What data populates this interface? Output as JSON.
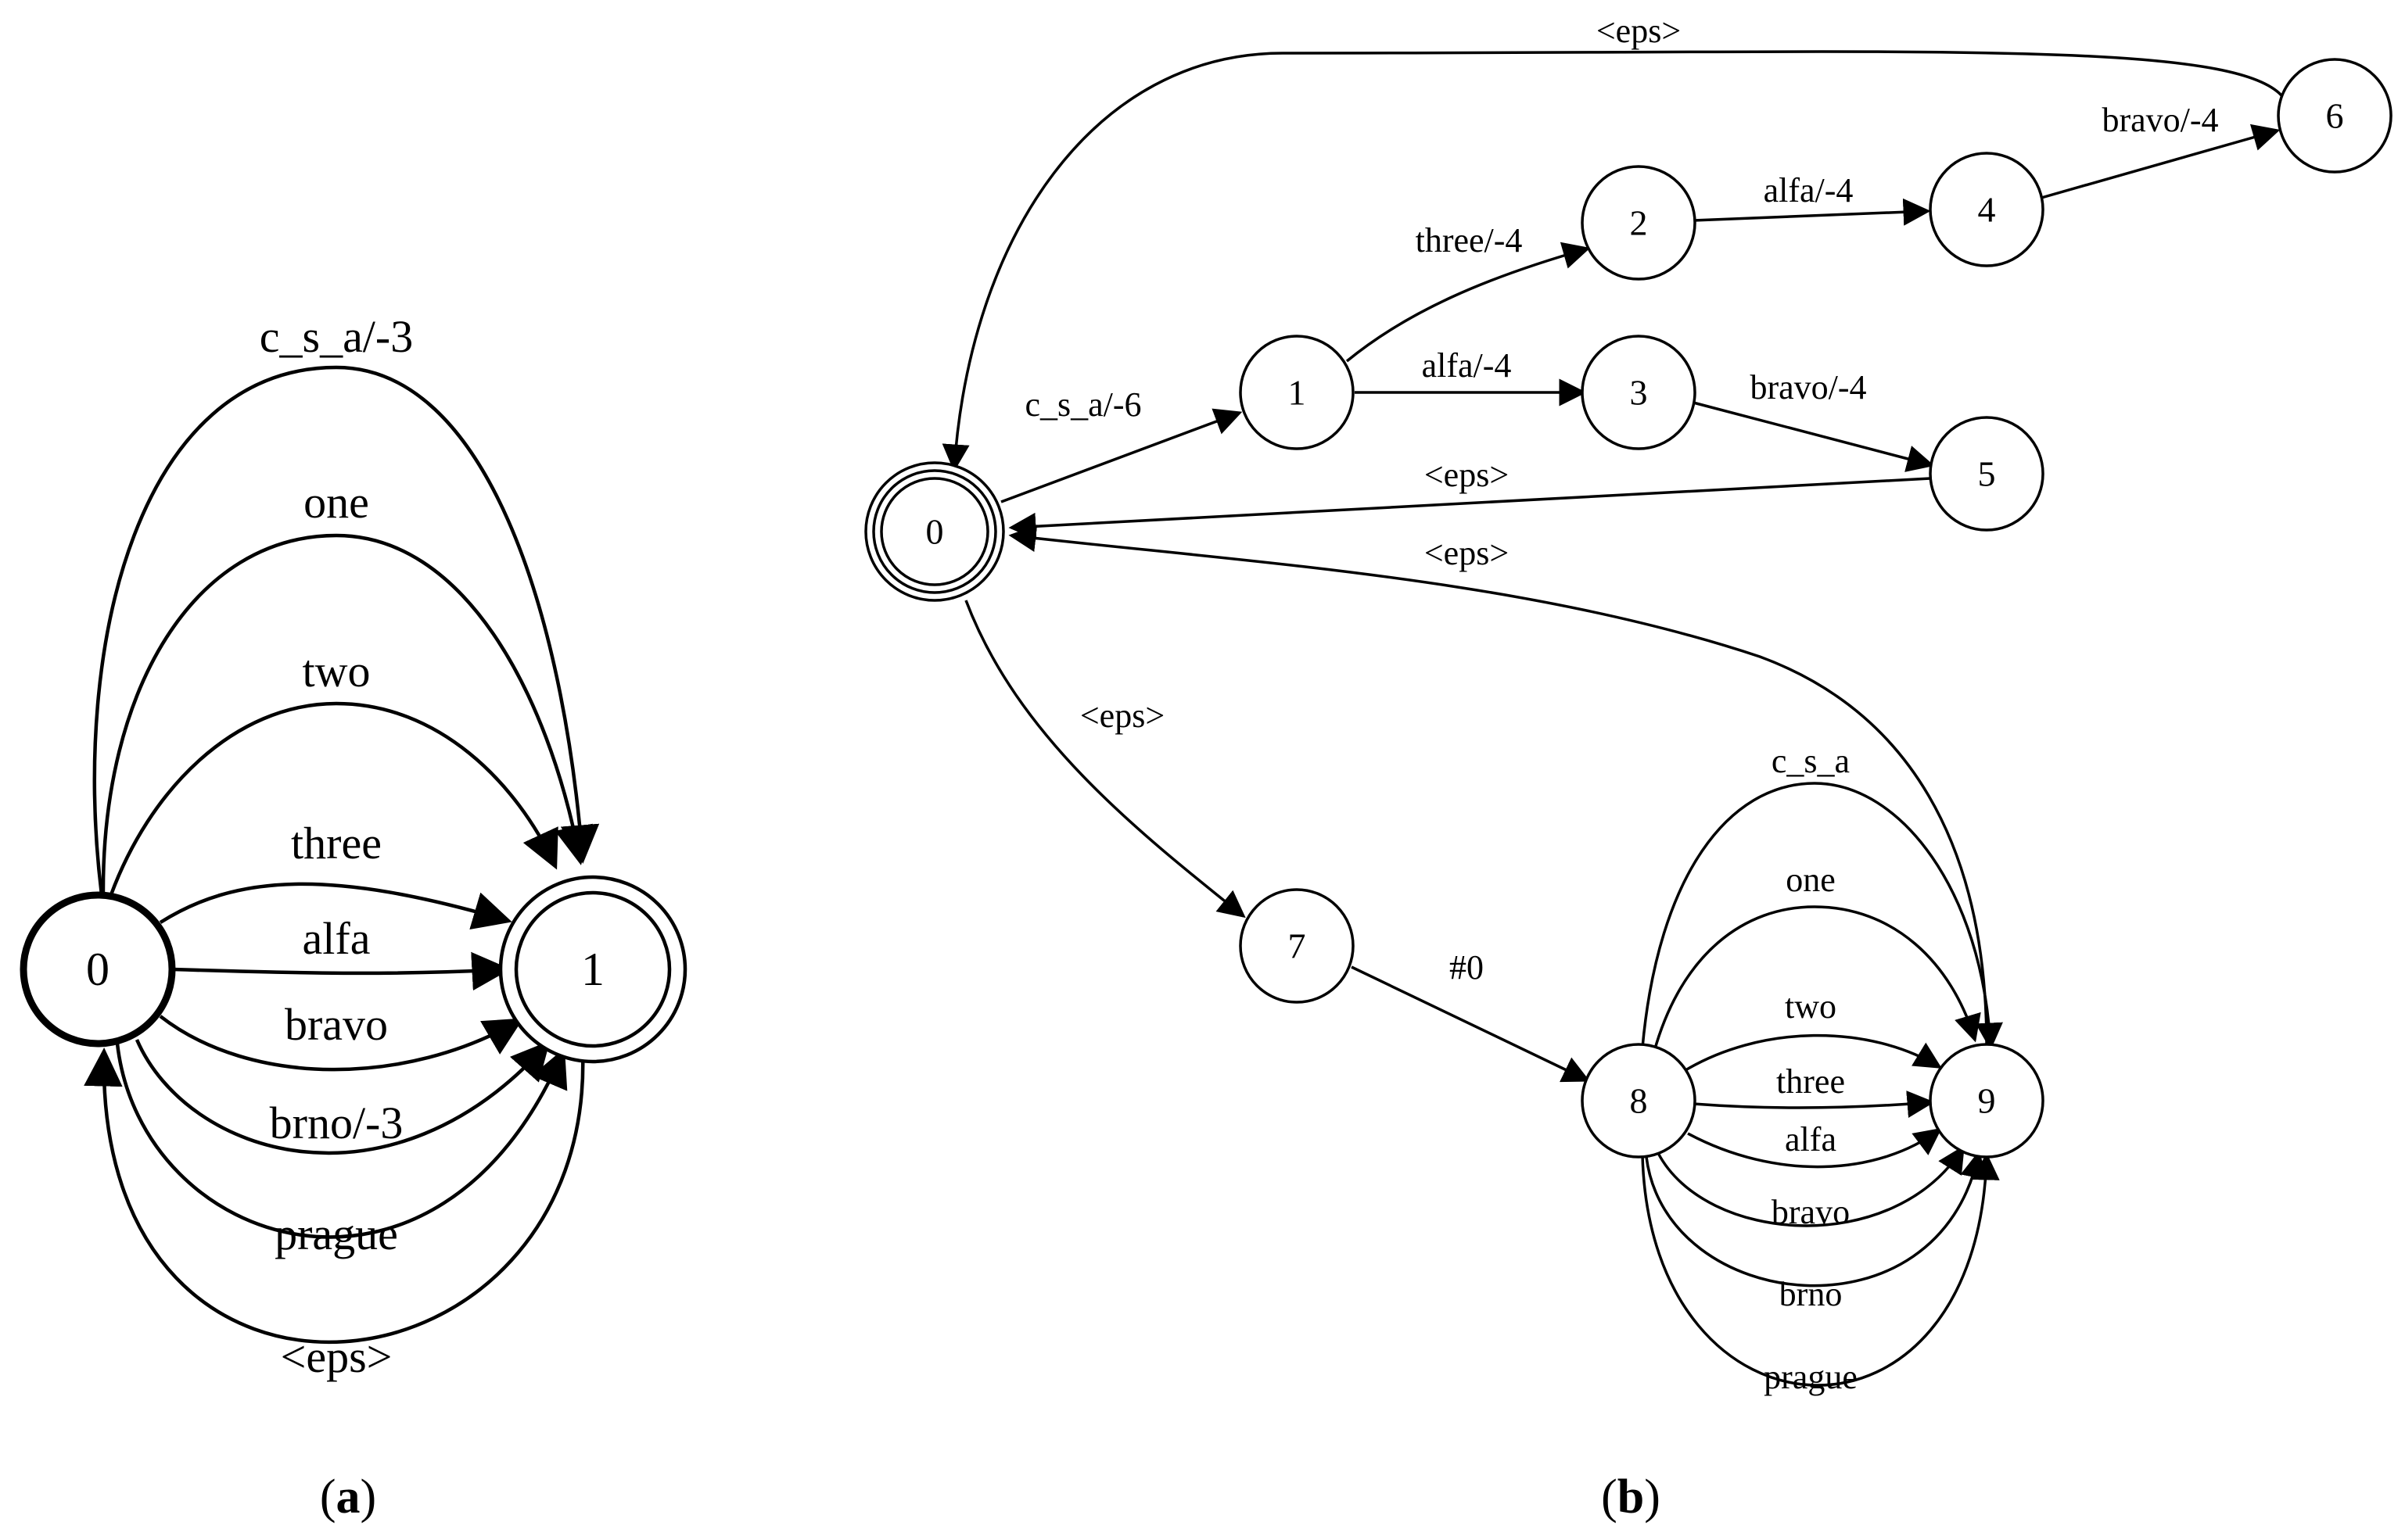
{
  "diagram_a": {
    "caption_open": "(",
    "caption_letter": "a",
    "caption_close": ")",
    "nodes": [
      {
        "id": "0",
        "label": "0"
      },
      {
        "id": "1",
        "label": "1"
      }
    ],
    "edges": [
      {
        "from": "0",
        "to": "1",
        "label": "c_s_a/-3"
      },
      {
        "from": "0",
        "to": "1",
        "label": "one"
      },
      {
        "from": "0",
        "to": "1",
        "label": "two"
      },
      {
        "from": "0",
        "to": "1",
        "label": "three"
      },
      {
        "from": "0",
        "to": "1",
        "label": "alfa"
      },
      {
        "from": "0",
        "to": "1",
        "label": "bravo"
      },
      {
        "from": "0",
        "to": "1",
        "label": "brno/-3"
      },
      {
        "from": "0",
        "to": "1",
        "label": "prague"
      },
      {
        "from": "1",
        "to": "0",
        "label": "<eps>"
      }
    ]
  },
  "diagram_b": {
    "caption_open": "(",
    "caption_letter": "b",
    "caption_close": ")",
    "nodes": [
      {
        "id": "0",
        "label": "0"
      },
      {
        "id": "1",
        "label": "1"
      },
      {
        "id": "2",
        "label": "2"
      },
      {
        "id": "3",
        "label": "3"
      },
      {
        "id": "4",
        "label": "4"
      },
      {
        "id": "5",
        "label": "5"
      },
      {
        "id": "6",
        "label": "6"
      },
      {
        "id": "7",
        "label": "7"
      },
      {
        "id": "8",
        "label": "8"
      },
      {
        "id": "9",
        "label": "9"
      }
    ],
    "edges": [
      {
        "from": "0",
        "to": "1",
        "label": "c_s_a/-6"
      },
      {
        "from": "1",
        "to": "2",
        "label": "three/-4"
      },
      {
        "from": "1",
        "to": "3",
        "label": "alfa/-4"
      },
      {
        "from": "2",
        "to": "4",
        "label": "alfa/-4"
      },
      {
        "from": "3",
        "to": "5",
        "label": "bravo/-4"
      },
      {
        "from": "4",
        "to": "6",
        "label": "bravo/-4"
      },
      {
        "from": "6",
        "to": "0",
        "label": "<eps>"
      },
      {
        "from": "5",
        "to": "0",
        "label": "<eps>"
      },
      {
        "from": "9",
        "to": "0",
        "label": "<eps>"
      },
      {
        "from": "0",
        "to": "7",
        "label": "<eps>"
      },
      {
        "from": "7",
        "to": "8",
        "label": "#0"
      },
      {
        "from": "8",
        "to": "9",
        "label": "c_s_a"
      },
      {
        "from": "8",
        "to": "9",
        "label": "one"
      },
      {
        "from": "8",
        "to": "9",
        "label": "two"
      },
      {
        "from": "8",
        "to": "9",
        "label": "three"
      },
      {
        "from": "8",
        "to": "9",
        "label": "alfa"
      },
      {
        "from": "8",
        "to": "9",
        "label": "bravo"
      },
      {
        "from": "8",
        "to": "9",
        "label": "brno"
      },
      {
        "from": "8",
        "to": "9",
        "label": "prague"
      }
    ]
  }
}
